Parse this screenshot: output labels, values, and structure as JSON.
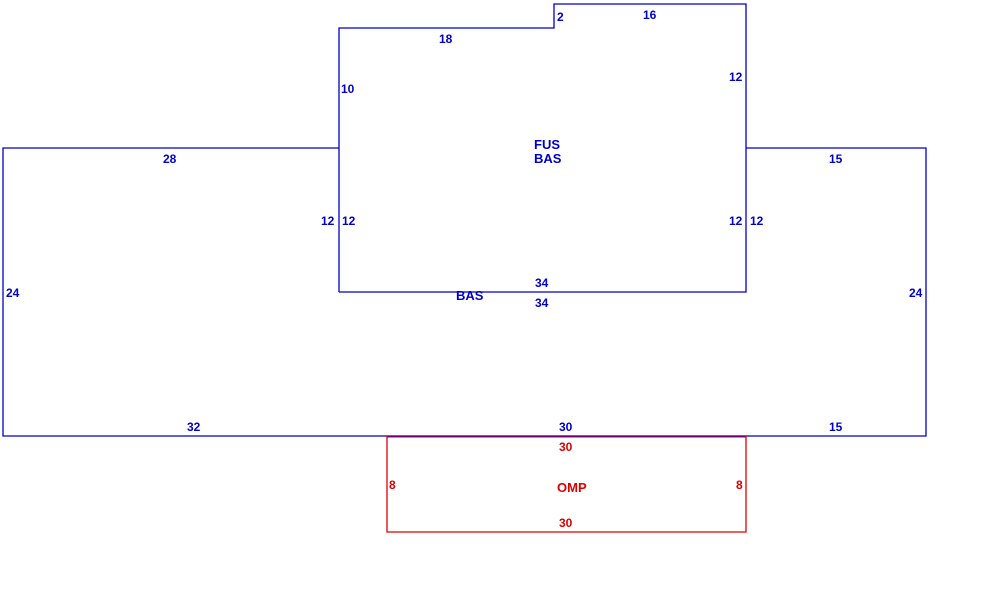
{
  "colors": {
    "main": "#0000cc",
    "porch": "#dd0000",
    "background": "#ffffff"
  },
  "areas": {
    "upper_floor": "FUS",
    "upper_base": "BAS",
    "main_base": "BAS",
    "porch": "OMP"
  },
  "dimensions": {
    "upper_left_top": "18",
    "upper_jog": "2",
    "upper_right_top": "16",
    "upper_left_side": "10",
    "upper_right_side": "12",
    "upper_left_lower_outer": "12",
    "upper_left_lower_inner": "12",
    "upper_right_lower_inner": "12",
    "upper_right_lower_outer": "12",
    "upper_bottom_inner": "34",
    "upper_bottom_outer": "34",
    "left_wing_top": "28",
    "right_wing_top": "15",
    "left_wing_side": "24",
    "right_wing_side": "24",
    "bottom_left": "32",
    "bottom_middle": "30",
    "bottom_right": "15",
    "porch_top": "30",
    "porch_left": "8",
    "porch_right": "8",
    "porch_bottom": "30"
  }
}
